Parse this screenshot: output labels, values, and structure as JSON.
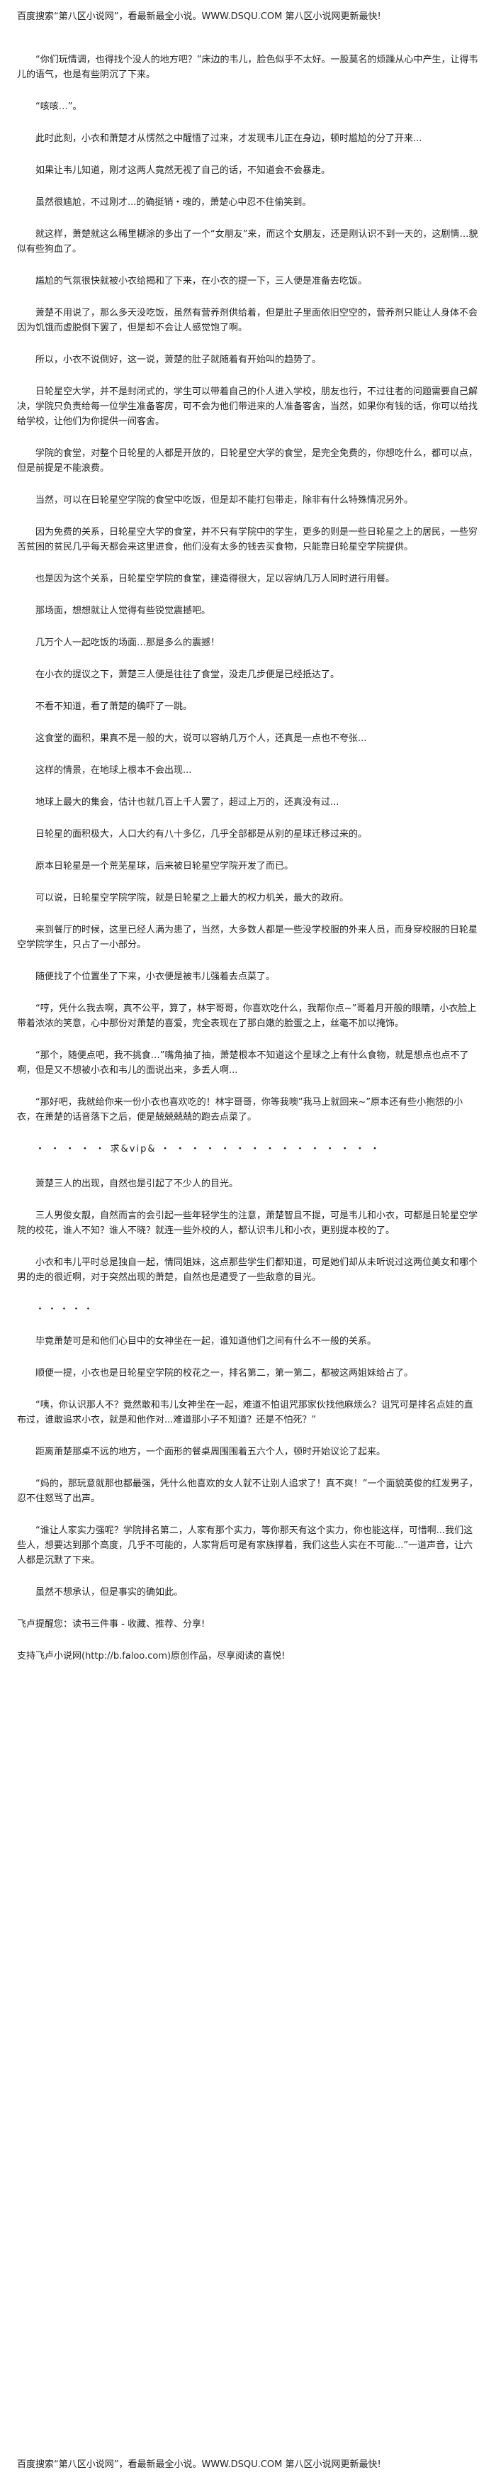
{
  "header": {
    "banner": "百度搜索“第八区小说网”，看最新最全小说。WWW.DSQU.COM  第八区小说网更新最快!"
  },
  "paragraphs": [
    "“你们玩情调，也得找个没人的地方吧？”床边的韦儿，脸色似乎不太好。一股莫名的烦躁从心中产生，让得韦儿的语气，也是有些阴沉了下来。",
    "“咳咳…”。",
    "此时此刻，小衣和萧楚才从愣然之中醒悟了过来，才发现韦儿正在身边，顿时尴尬的分了开来...",
    "如果让韦儿知道，刚才这两人竟然无视了自己的话，不知道会不会暴走。",
    "虽然很尴尬，不过刚才...的确挺销・魂的，萧楚心中忍不住偷笑到。",
    "就这样，萧楚就这么稀里糊涂的多出了一个“女朋友”来，而这个女朋友，还是刚认识不到一天的，这剧情…貌似有些狗血了。",
    "尴尬的气氛很快就被小衣给揭和了下来，在小衣的提一下，三人便是准备去吃饭。",
    "萧楚不用说了，那么多天没吃饭，虽然有营养剂供给着，但是肚子里面依旧空空的，营养剂只能让人身体不会因为饥饿而虚脱倒下罢了，但是却不会让人感觉饱了啊。",
    "所以，小衣不说倒好，这一说，萧楚的肚子就随着有开始叫的趋势了。",
    "日轮星空大学，并不是封闭式的，学生可以带着自己的仆人进入学校，朋友也行，不过往者的问题需要自己解决，学院只负责给每一位学生准备客房，可不会为他们带进来的人准备客舍，当然，如果你有钱的话，你可以给找给学校，让他们为你提供一间客舍。",
    "学院的食堂，对整个日轮星的人都是开放的，日轮星空大学的食堂，是完全免费的，你想吃什么，都可以点，但是前提是不能浪费。",
    "当然，可以在日轮星空学院的食堂中吃饭，但是却不能打包带走，除非有什么特殊情况另外。",
    "因为免费的关系，日轮星空大学的食堂，并不只有学院中的学生，更多的则是一些日轮星之上的居民，一些穷苦贫困的贫民几乎每天都会来这里进食，他们没有太多的钱去买食物，只能靠日轮星空学院提供。",
    "也是因为这个关系，日轮星空学院的食堂，建造得很大，足以容纳几万人同时进行用餐。",
    "那场面，想想就让人觉得有些锐觉震撼吧。",
    "几万个人一起吃饭的场面…那是多么的震撼！",
    "在小衣的提议之下，萧楚三人便是往往了食堂，没走几步便是已经抵达了。",
    "不看不知道，看了萧楚的确吓了一跳。",
    "这食堂的面积，果真不是一般的大，说可以容纳几万个人，还真是一点也不夸张...",
    "这样的情景，在地球上根本不会出现...",
    "地球上最大的集会，估计也就几百上千人罢了，超过上万的，还真没有过...",
    "日轮星的面积极大，人口大约有八十多亿，几乎全部都是从别的星球迁移过来的。",
    "原本日轮星是一个荒芜星球，后来被日轮星空学院开发了而已。",
    "可以说，日轮星空学院学院，就是日轮星之上最大的权力机关，最大的政府。",
    "来到餐厅的时候，这里已经人满为患了，当然，大多数人都是一些没学校服的外来人员，而身穿校服的日轮星空学院学生，只占了一小部分。",
    "随便找了个位置坐了下来，小衣便是被韦儿强着去点菜了。",
    "“哼，凭什么我去啊，真不公平，算了，林宇哥哥，你喜欢吃什么，我帮你点~”哥着月开般的眼睛，小衣脸上带着浓浓的笑意，心中那份对萧楚的喜爱，完全表现在了那白嫩的脸蛋之上，丝毫不加以掩饰。",
    "“那个，随便点吧，我不挑食…”嘴角抽了抽，萧楚根本不知道这个星球之上有什么食物，就是想点也点不了啊，但是又不想被小衣和韦儿的面说出来，多丢人啊...",
    "“那好吧，我就给你来一份小衣也喜欢吃的！林宇哥哥，你等我噢”我马上就回来~”原本还有些小抱怨的小衣，在萧楚的话音落下之后，便是兢兢兢兢的跑去点菜了。",
    "萧楚三人的出现，自然也是引起了不少人的目光。",
    "三人男俊女靓，自然而言的会引起一些年轻学生的注意，萧楚智且不提，可是韦儿和小衣，可都是日轮星空学院的校花，谁人不知？谁人不晓？就连一些外校的人，都认识韦儿和小衣，更别提本校的了。",
    "小衣和韦儿平时总是独自一起，情同姐妹，这点那些学生们都知道，可是她们却从未听说过这两位美女和哪个男的走的很近啊，对于突然出现的萧楚，自然也是遭受了一些敌意的目光。",
    "毕竟萧楚可是和他们心目中的女神坐在一起，谁知道他们之间有什么不一般的关系。",
    "顺便一提，小衣也是日轮星空学院的校花之一，排名第二，第一第二，都被这两姐妹给占了。",
    "“咦，你认识那人不？竟然敢和韦儿女神坐在一起，难道不怕诅咒那家伙找他麻烦么？诅咒可是排名点娃的直布过，谁敢追求小衣，就是和他作对...难道那小子不知道？还是不怕死？”",
    "距离萧楚那桌不远的地方，一个面形的餐桌周围围着五六个人，顿时开始议论了起来。",
    "“妈的，那玩意就那也都最强，凭什么他喜欢的女人就不让别人追求了！真不爽！”一个面貌英俊的红发男子，忍不住怒骂了出声。",
    "“谁让人家实力强呢？学院排名第二，人家有那个实力，等你那天有这个实力，你也能这样，可惜啊...我们这些人，想要达到那个高度，几乎不可能的，人家背后可是有家族撑着，我们这些人实在不可能...”一道声音，让六人都是沉默了下来。",
    "虽然不想承认，但是事实的确如此。"
  ],
  "separator_1": "・ ・ ・ ・ ・ 求&vip& ・ ・ ・ ・ ・     ・ ・ ・ ・ ・ ・ ・ ・ ・ ・",
  "separator_2": "・・・・・",
  "footer": {
    "prompt": "飞卢提醒您：读书三件事 - 收藏、推荐、分享!",
    "support": "支持飞卢小说网(http://b.faloo.com)原创作品，尽享阅读的喜悦!"
  }
}
